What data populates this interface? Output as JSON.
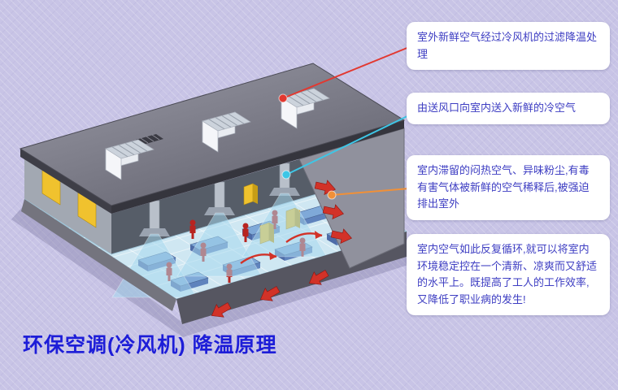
{
  "page": {
    "title": "环保空调(冷风机) 降温原理",
    "background_color": "#c8c4e6",
    "title_color": "#1d1dd8"
  },
  "callouts": [
    {
      "text": "室外新鲜空气经过冷风机的过滤降温处理",
      "connector_color": "#e23830"
    },
    {
      "text": "由送风口向室内送入新鲜的冷空气",
      "connector_color": "#3ec6e6"
    },
    {
      "text": "室内滞留的闷热空气、异味粉尘,有毒有害气体被新鲜的空气稀释后,被强迫排出室外",
      "connector_color": "#f09038"
    },
    {
      "text": "室内空气如此反复循环,就可以将室内环境稳定控在一个清新、凉爽而又舒适的水平上。既提高了工人的工作效率,又降低了职业病的发生!",
      "connector_color": null
    }
  ],
  "illustration": {
    "colors": {
      "roof": "#74747f",
      "wall": "#90919d",
      "floor": "#cfe7f2",
      "supply_air": "#a8d8ee",
      "exhaust_arrow": "#d23228",
      "worker": "#b82420",
      "machine_yellow": "#f0c22e",
      "cooler_unit": "#e9ecf1"
    }
  }
}
